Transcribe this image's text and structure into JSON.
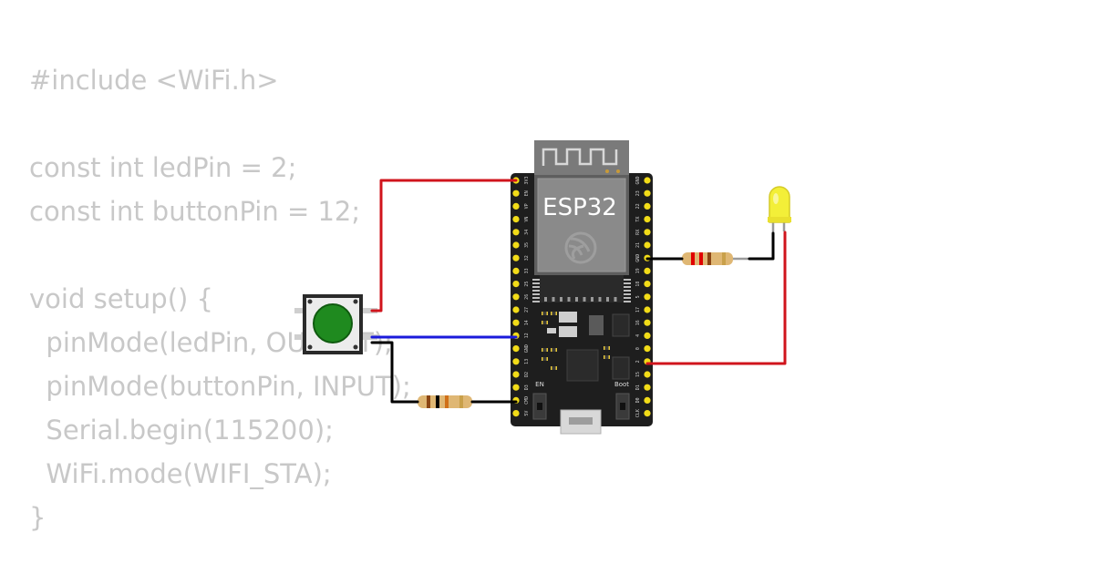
{
  "code": {
    "lines": [
      "#include <WiFi.h>",
      "",
      "const int ledPin = 2;",
      "const int buttonPin = 12;",
      "",
      "void setup() {",
      "  pinMode(ledPin, OUTPUT);",
      "  pinMode(buttonPin, INPUT);",
      "  Serial.begin(115200);",
      "  WiFi.mode(WIFI_STA);",
      "}"
    ]
  },
  "board": {
    "name": "ESP32",
    "en_label": "EN",
    "boot_label": "Boot",
    "left_pins": [
      "3V3",
      "EN",
      "VP",
      "VN",
      "34",
      "35",
      "32",
      "33",
      "25",
      "26",
      "27",
      "14",
      "12",
      "GND",
      "13",
      "D2",
      "D3",
      "CMD",
      "5V"
    ],
    "right_pins": [
      "GND",
      "23",
      "22",
      "TX",
      "RX",
      "21",
      "GND",
      "19",
      "18",
      "5",
      "17",
      "16",
      "4",
      "0",
      "2",
      "15",
      "D1",
      "D0",
      "CLK"
    ]
  },
  "colors": {
    "wire_red": "#d0141c",
    "wire_blue": "#1a1adb",
    "wire_black": "#000000",
    "board": "#1e1e1e",
    "pin": "#f2dc18",
    "button_cap": "#1f8a1f",
    "led": "#f3ef38"
  }
}
